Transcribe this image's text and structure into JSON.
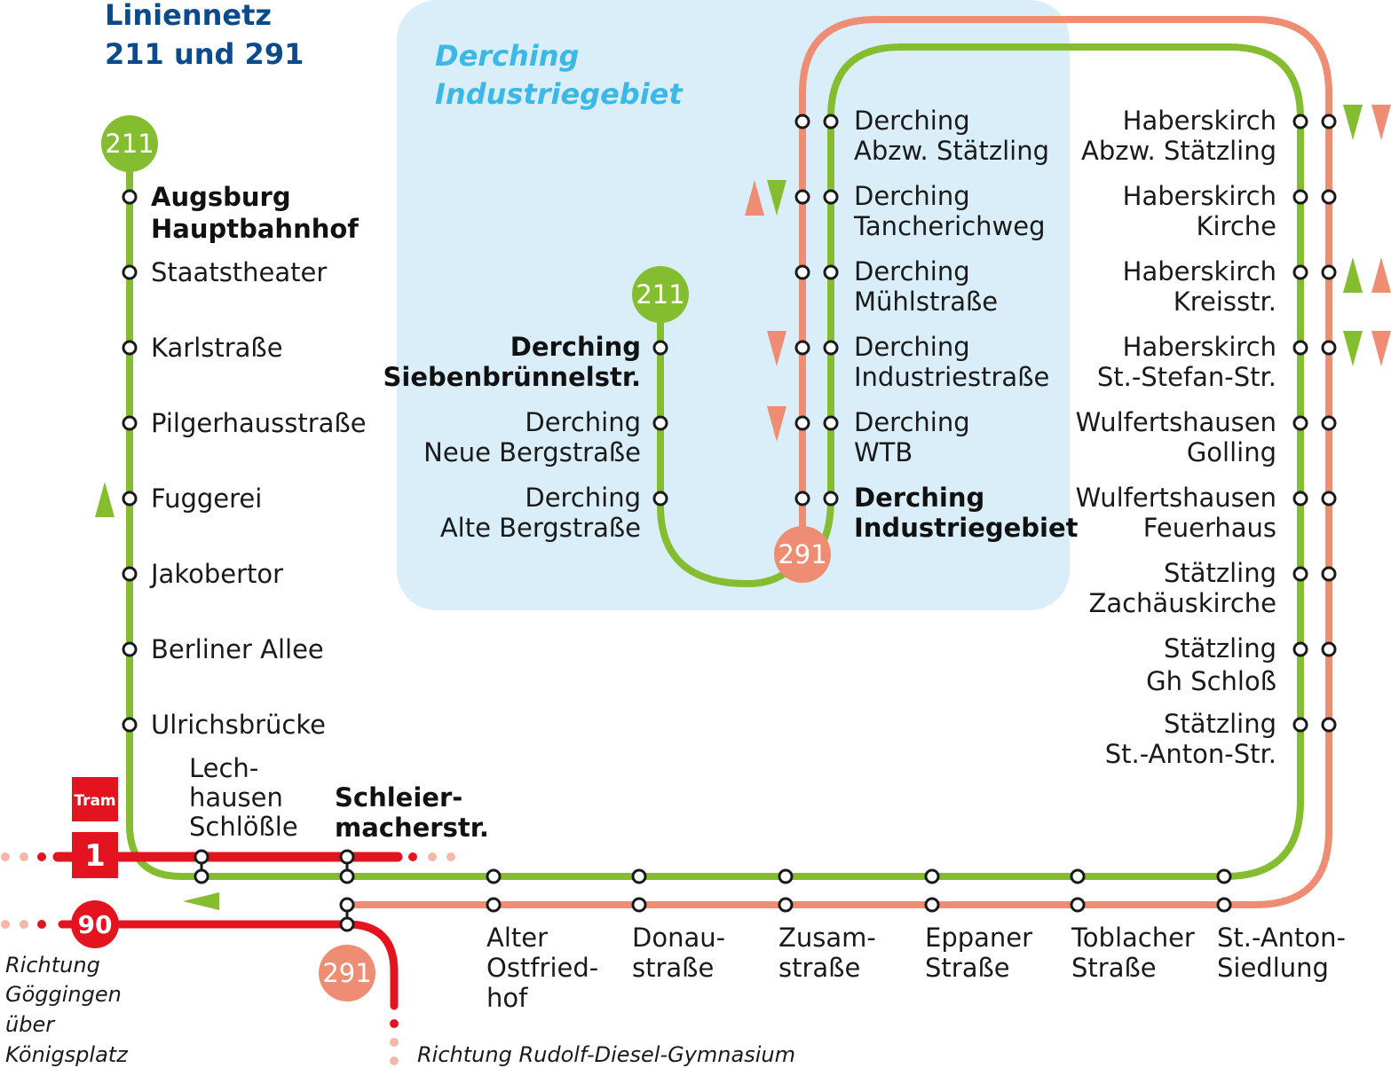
{
  "title": {
    "line1": "Liniennetz",
    "line2": "211 und 291"
  },
  "zone": {
    "line1": "Derching",
    "line2": "Industriegebiet"
  },
  "colors": {
    "green": "#84bd2f",
    "salmon": "#ef8c74",
    "red": "#e3141f",
    "navy": "#0b4a8b",
    "cyan": "#3bb8e6",
    "zone_bg": "#d9eef8",
    "pink": "#f5b8a8"
  },
  "lines": {
    "green": "211",
    "salmon": "291",
    "tram_label": "Tram",
    "tram_number": "1",
    "bus90": "90"
  },
  "stops_left": [
    {
      "l1": "Augsburg",
      "l2": "Hauptbahnhof",
      "bold": true
    },
    {
      "l1": "Staatstheater"
    },
    {
      "l1": "Karlstraße"
    },
    {
      "l1": "Pilgerhausstraße"
    },
    {
      "l1": "Fuggerei"
    },
    {
      "l1": "Jakobertor"
    },
    {
      "l1": "Berliner Allee"
    },
    {
      "l1": "Ulrichsbrücke"
    }
  ],
  "stops_branch": [
    {
      "l1": "Derching",
      "l2": "Siebenbrünnelstr.",
      "bold": true
    },
    {
      "l1": "Derching",
      "l2": "Neue Bergstraße"
    },
    {
      "l1": "Derching",
      "l2": "Alte Bergstraße"
    }
  ],
  "stops_derching": [
    {
      "l1": "Derching",
      "l2": "Abzw. Stätzling"
    },
    {
      "l1": "Derching",
      "l2": "Tancherichweg"
    },
    {
      "l1": "Derching",
      "l2": "Mühlstraße"
    },
    {
      "l1": "Derching",
      "l2": "Industriestraße"
    },
    {
      "l1": "Derching",
      "l2": "WTB"
    },
    {
      "l1": "Derching",
      "l2": "Industriegebiet",
      "bold": true
    }
  ],
  "stops_right": [
    {
      "l1": "Haberskirch",
      "l2": "Abzw. Stätzling"
    },
    {
      "l1": "Haberskirch",
      "l2": "Kirche"
    },
    {
      "l1": "Haberskirch",
      "l2": "Kreisstr."
    },
    {
      "l1": "Haberskirch",
      "l2": "St.-Stefan-Str."
    },
    {
      "l1": "Wulfertshausen",
      "l2": "Golling"
    },
    {
      "l1": "Wulfertshausen",
      "l2": "Feuerhaus"
    },
    {
      "l1": "Stätzling",
      "l2": "Zachäuskirche"
    },
    {
      "l1": "Stätzling",
      "l2": "Gh Schloß"
    },
    {
      "l1": "Stätzling",
      "l2": "St.-Anton-Str."
    }
  ],
  "stops_bottom": [
    {
      "l1": "Alter",
      "l2": "Ostfried-",
      "l3": "hof"
    },
    {
      "l1": "Donau-",
      "l2": "straße"
    },
    {
      "l1": "Zusam-",
      "l2": "straße"
    },
    {
      "l1": "Eppaner",
      "l2": "Straße"
    },
    {
      "l1": "Toblacher",
      "l2": "Straße"
    },
    {
      "l1": "St.-Anton-",
      "l2": "Siedlung"
    }
  ],
  "stop_lech": {
    "l1": "Lech-",
    "l2": "hausen",
    "l3": "Schlößle"
  },
  "stop_schleier": {
    "l1": "Schleier-",
    "l2": "macherstr."
  },
  "direction_goeggingen": [
    "Richtung",
    "Göggingen",
    "über",
    "Königsplatz"
  ],
  "direction_rudolf": "Richtung Rudolf-Diesel-Gymnasium"
}
